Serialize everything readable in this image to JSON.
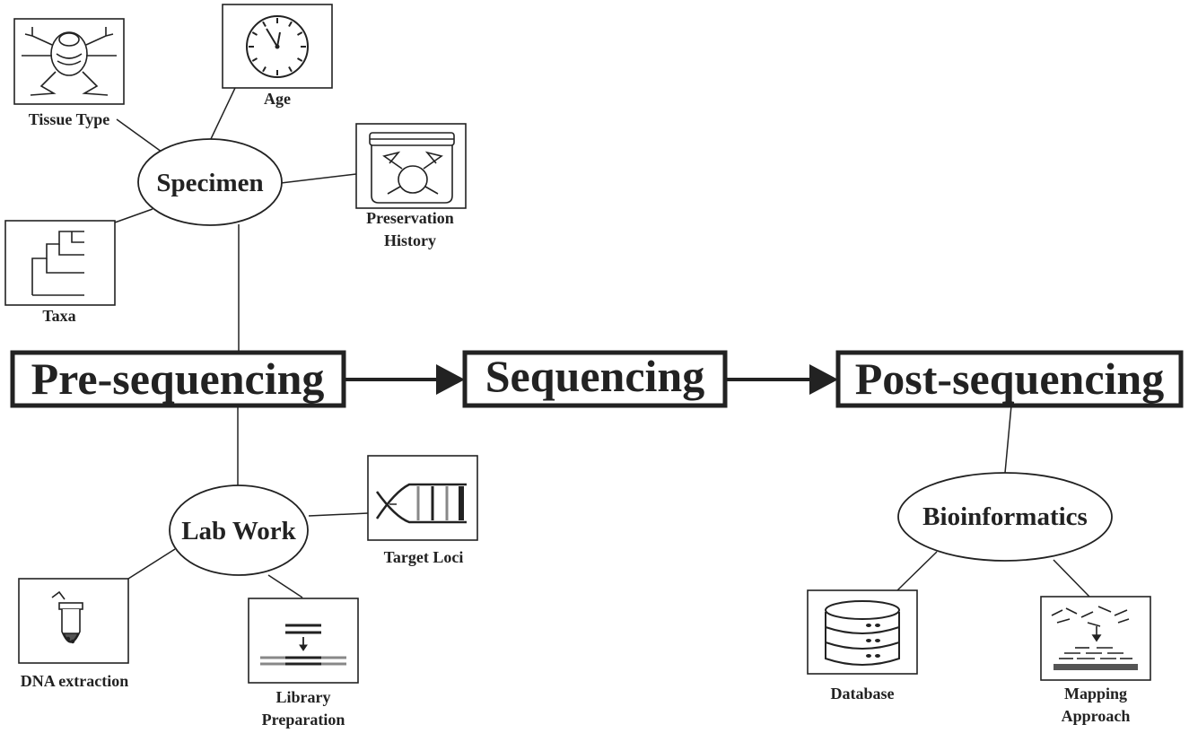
{
  "stages": {
    "pre": "Pre-sequencing",
    "seq": "Sequencing",
    "post": "Post-sequencing"
  },
  "nodes": {
    "specimen": "Specimen",
    "lab_work": "Lab Work",
    "bioinformatics": "Bioinformatics"
  },
  "captions": {
    "tissue_type": "Tissue Type",
    "age": "Age",
    "preservation_line1": "Preservation",
    "preservation_line2": "History",
    "taxa": "Taxa",
    "target_loci": "Target Loci",
    "dna_extraction": "DNA extraction",
    "library_line1": "Library",
    "library_line2": "Preparation",
    "database": "Database",
    "mapping_line1": "Mapping",
    "mapping_line2": "Approach"
  },
  "icons": {
    "tissue_type": "frog-dissection-icon",
    "age": "clock-icon",
    "preservation": "specimen-jar-icon",
    "taxa": "phylogenetic-tree-icon",
    "target_loci": "dna-helix-icon",
    "dna_extraction": "tube-icon",
    "library": "library-prep-icon",
    "database": "database-icon",
    "mapping": "read-mapping-icon"
  }
}
